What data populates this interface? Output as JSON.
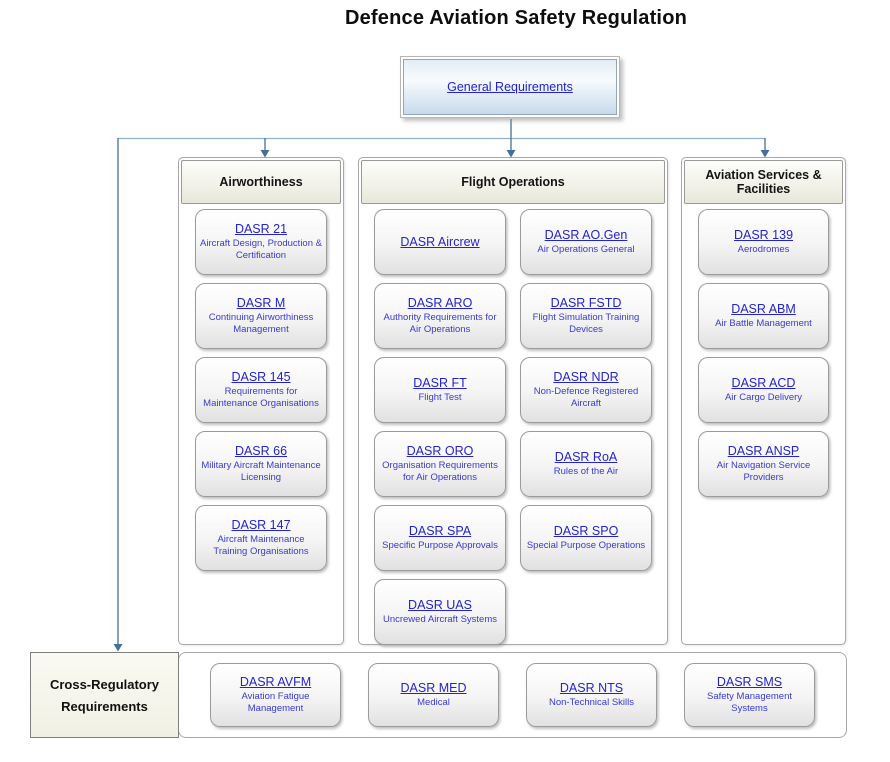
{
  "title": "Defence Aviation Safety Regulation",
  "root": {
    "label": "General Requirements"
  },
  "colors": {
    "link": "#2424c8",
    "connector_dark": "#41719c",
    "connector_light": "#8fb2d1"
  },
  "columns": {
    "airworthiness": {
      "header": "Airworthiness",
      "items": [
        {
          "link": "DASR 21",
          "desc": "Aircraft Design, Production & Certification"
        },
        {
          "link": "DASR M",
          "desc": "Continuing Airworthiness Management"
        },
        {
          "link": "DASR 145",
          "desc": "Requirements for Maintenance Organisations"
        },
        {
          "link": "DASR 66",
          "desc": "Military Aircraft Maintenance Licensing"
        },
        {
          "link": "DASR 147",
          "desc": "Aircraft Maintenance Training Organisations"
        }
      ]
    },
    "flight_operations": {
      "header": "Flight Operations",
      "left_items": [
        {
          "link": "DASR Aircrew",
          "desc": ""
        },
        {
          "link": "DASR ARO",
          "desc": "Authority Requirements for Air Operations"
        },
        {
          "link": "DASR FT",
          "desc": "Flight Test"
        },
        {
          "link": "DASR ORO",
          "desc": "Organisation Requirements for Air Operations"
        },
        {
          "link": "DASR SPA",
          "desc": "Specific Purpose Approvals"
        },
        {
          "link": "DASR UAS",
          "desc": "Uncrewed Aircraft Systems"
        }
      ],
      "right_items": [
        {
          "link": "DASR AO.Gen",
          "desc": "Air Operations General"
        },
        {
          "link": "DASR FSTD",
          "desc": "Flight Simulation Training Devices"
        },
        {
          "link": "DASR NDR",
          "desc": "Non-Defence Registered Aircraft"
        },
        {
          "link": "DASR RoA",
          "desc": "Rules of the Air"
        },
        {
          "link": "DASR SPO",
          "desc": "Special Purpose Operations"
        }
      ]
    },
    "aviation_services": {
      "header": "Aviation Services & Facilities",
      "items": [
        {
          "link": "DASR 139",
          "desc": "Aerodromes"
        },
        {
          "link": "DASR ABM",
          "desc": "Air Battle Management"
        },
        {
          "link": "DASR ACD",
          "desc": "Air Cargo Delivery"
        },
        {
          "link": "DASR ANSP",
          "desc": "Air Navigation Service Providers"
        }
      ]
    }
  },
  "bottom": {
    "header_line1": "Cross-Regulatory",
    "header_line2": "Requirements",
    "items": [
      {
        "link": "DASR AVFM",
        "desc": "Aviation Fatigue Management"
      },
      {
        "link": "DASR MED",
        "desc": "Medical"
      },
      {
        "link": "DASR NTS",
        "desc": "Non-Technical Skills"
      },
      {
        "link": "DASR SMS",
        "desc": "Safety Management Systems"
      }
    ]
  }
}
